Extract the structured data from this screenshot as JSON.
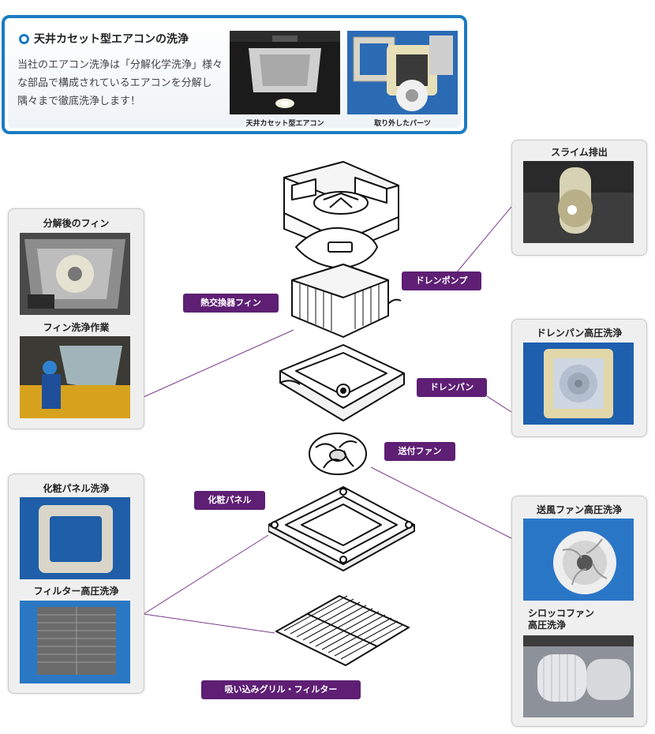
{
  "header": {
    "title": "天井カセット型エアコンの洗浄",
    "description": "当社のエアコン洗浄は「分解化学洗浄」様々な部品で構成されているエアコンを分解し隅々まで徹底洗浄します！",
    "photo1_caption": "天井カセット型エアコン",
    "photo2_caption": "取り外したパーツ"
  },
  "panels": {
    "fin_after": "分解後のフィン",
    "fin_wash": "フィン洗浄作業",
    "slime": "スライム排出",
    "drain_pan_wash": "ドレンパン高圧洗浄",
    "panel_wash": "化粧パネル洗浄",
    "filter_wash": "フィルター高圧洗浄",
    "fan_wash": "送風ファン高圧洗浄",
    "sirocco_wash": "シロッコファン\n高圧洗浄"
  },
  "labels": {
    "drain_pump": "ドレンポンプ",
    "heat_exchanger": "熱交換器フィン",
    "drain_pan": "ドレンパン",
    "fan": "送付ファン",
    "decorative_panel": "化粧パネル",
    "grille_filter": "吸い込みグリル・フィルター"
  },
  "colors": {
    "frame_blue": "#1a7cc1",
    "label_purple": "#5e1f74",
    "leader_line": "#7a3a8c"
  }
}
